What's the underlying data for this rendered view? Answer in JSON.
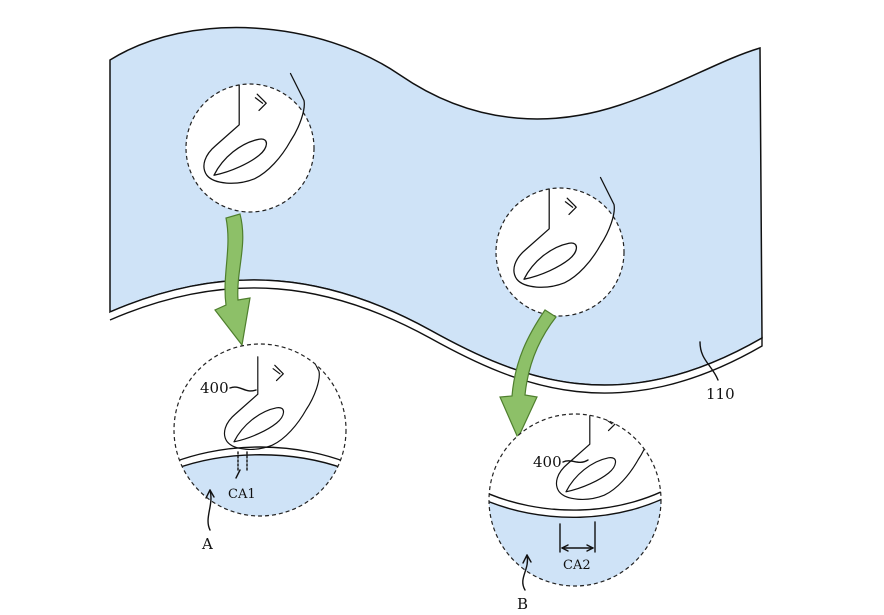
{
  "colors": {
    "panel_fill": "#cfe3f7",
    "arrow_fill": "#8dc068",
    "arrow_stroke": "#4f7f2e"
  },
  "labels": {
    "panel_ref": "110",
    "finger_ref_left": "400",
    "finger_ref_right": "400",
    "contact_area_1": "CA1",
    "contact_area_2": "CA2",
    "region_a": "A",
    "region_b": "B"
  },
  "icons": [
    "finger-icon",
    "down-arrow-icon"
  ]
}
